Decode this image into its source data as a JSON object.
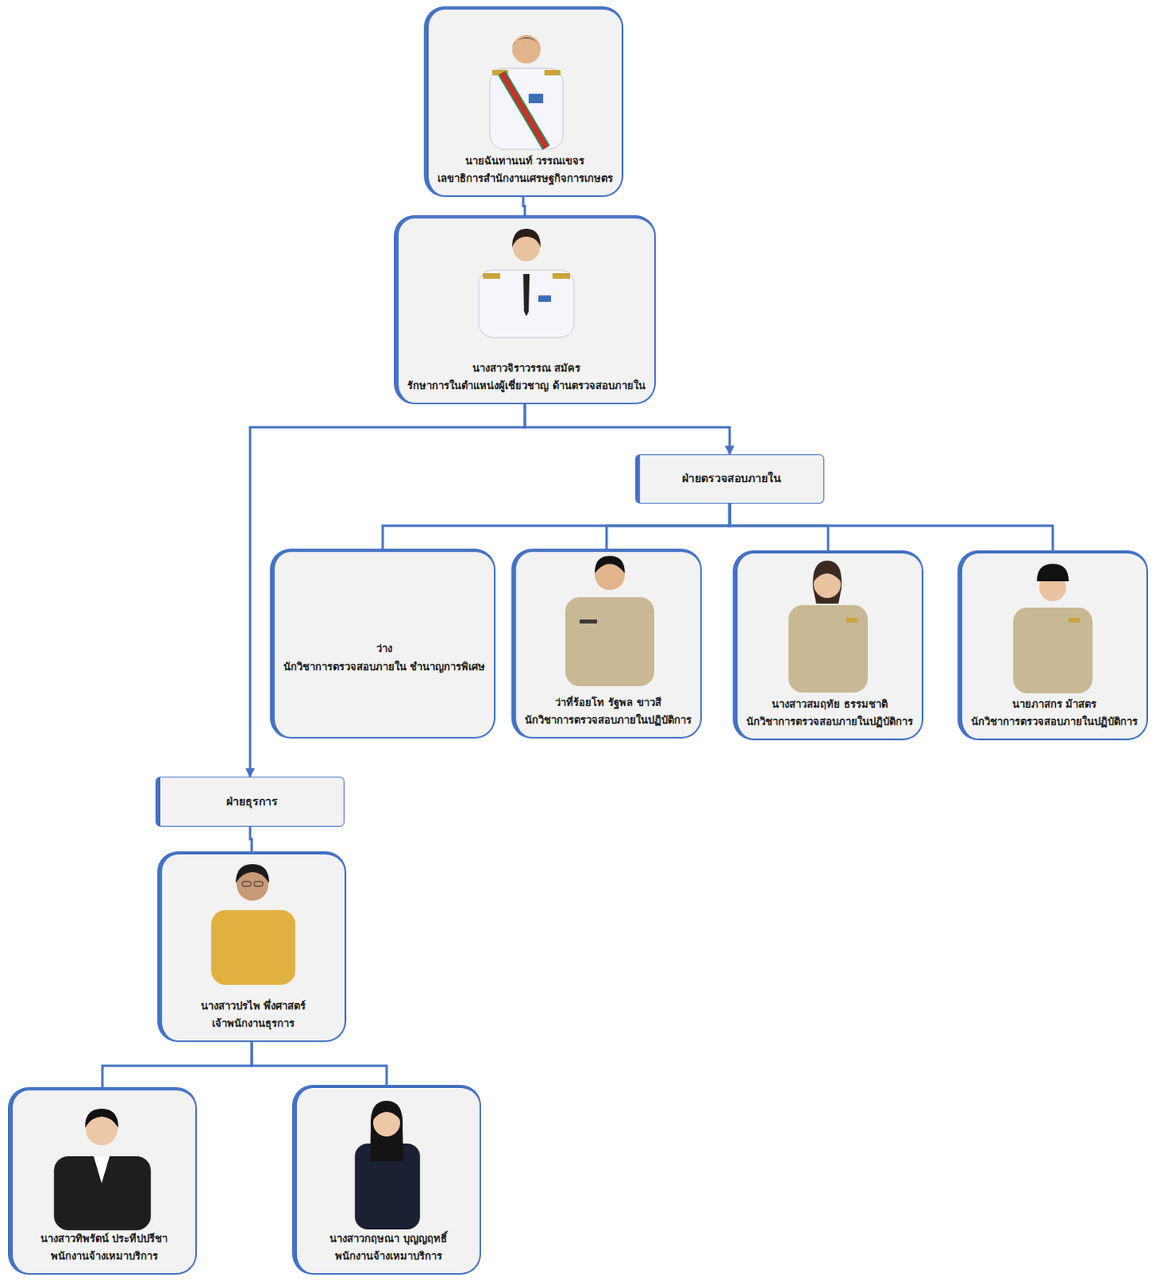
{
  "diagram": {
    "nodes": [
      {
        "text": [
          "นายฉันทานนท์ วรรณเขจร",
          "เลขาธิการสำนักงานเศรษฐกิจการเกษตร"
        ]
      },
      {
        "text": [
          "นางสาวจิราวรรณ สมัคร",
          "รักษาการในตำแหน่งผู้เชี่ยวชาญ ด้านตรวจสอบภายใน"
        ]
      },
      {
        "text": [
          "ฝ่ายตรวจสอบภายใน"
        ]
      },
      {
        "text": [
          "ว่าง",
          "นักวิชาการตรวจสอบภายใน ชำนาญการพิเศษ"
        ]
      },
      {
        "text": [
          "ว่าที่ร้อยโท รัฐพล ขาวสี",
          "นักวิชาการตรวจสอบภายในปฏิบัติการ"
        ]
      },
      {
        "text": [
          "นางสาวสมฤทัย ธรรมชาติ",
          "นักวิชาการตรวจสอบภายในปฏิบัติการ"
        ]
      },
      {
        "text": [
          "นายภาสกร ม้าสตร",
          "นักวิชาการตรวจสอบภายในปฏิบัติการ"
        ]
      },
      {
        "text": [
          "ฝ่ายธุรการ"
        ]
      },
      {
        "text": [
          "นางสาวปรไพ พึ่งศาสตร์",
          "เจ้าพนักงานธุรการ"
        ]
      },
      {
        "text": [
          "นางสาวทิพรัตน์ ประทีปปรีชา",
          "พนักงานจ้างเหมาบริการ"
        ]
      },
      {
        "text": [
          "นางสาวกฤษณา บุญญฤทธิ์",
          "พนักงานจ้างเหมาบริการ"
        ]
      }
    ],
    "edges": [
      {
        "from": 0,
        "to": 1,
        "arrow": "none"
      },
      {
        "from": 1,
        "to": 2,
        "arrow": "to"
      },
      {
        "from": 1,
        "to": 7,
        "arrow": "to"
      },
      {
        "from": 2,
        "to": 3,
        "arrow": "none"
      },
      {
        "from": 2,
        "to": 4,
        "arrow": "none"
      },
      {
        "from": 2,
        "to": 5,
        "arrow": "none"
      },
      {
        "from": 2,
        "to": 6,
        "arrow": "none"
      },
      {
        "from": 7,
        "to": 8,
        "arrow": "none"
      },
      {
        "from": 8,
        "to": 9,
        "arrow": "none"
      },
      {
        "from": 8,
        "to": 10,
        "arrow": "none"
      }
    ]
  }
}
